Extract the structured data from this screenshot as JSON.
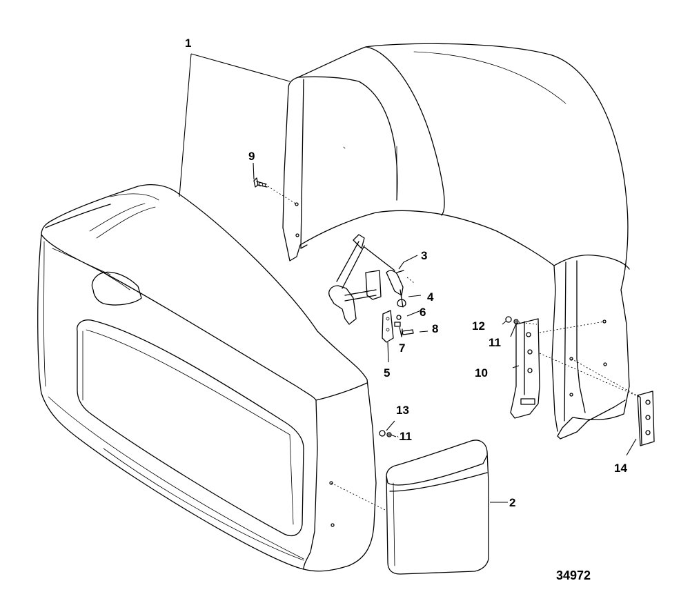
{
  "callouts": {
    "c1": "1",
    "c2": "2",
    "c3": "3",
    "c4": "4",
    "c5": "5",
    "c6": "6",
    "c7": "7",
    "c8": "8",
    "c9": "9",
    "c10": "10",
    "c11a": "11",
    "c11b": "11",
    "c12": "12",
    "c13": "13",
    "c14": "14"
  },
  "figure_number": "34972"
}
